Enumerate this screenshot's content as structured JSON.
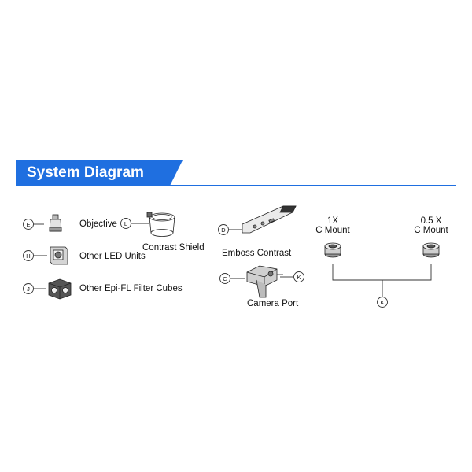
{
  "header": {
    "title": "System Diagram"
  },
  "colors": {
    "accent": "#1f6fe0",
    "line": "#333333"
  },
  "callouts": {
    "e": "E",
    "h": "H",
    "j": "J",
    "l": "L",
    "d": "D",
    "c": "C",
    "k1": "K",
    "k2": "K"
  },
  "labels": {
    "objective": "Objective",
    "led_units": "Other LED Units",
    "filter_cubes": "Other Epi-FL Filter Cubes",
    "contrast_shield": "Contrast Shield",
    "emboss_contrast": "Emboss Contrast",
    "camera_port": "Camera Port",
    "mount_1x_line1": "1X",
    "mount_1x_line2": "C Mount",
    "mount_05x_line1": "0.5 X",
    "mount_05x_line2": "C Mount"
  }
}
